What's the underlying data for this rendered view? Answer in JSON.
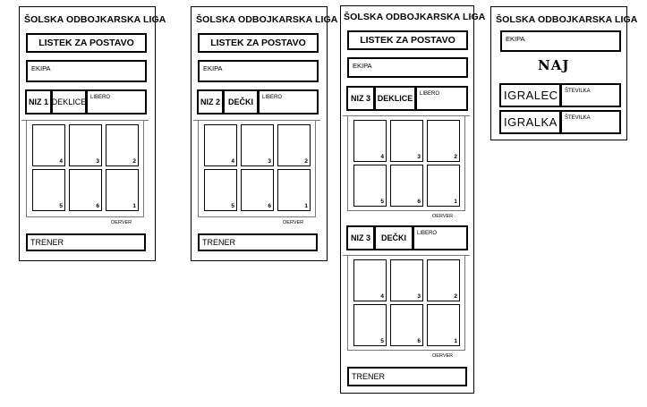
{
  "league_title": "ŠOLSKA ODBOJKARSKA LIGA",
  "lineup_label": "LISTEK ZA POSTAVO",
  "team_label": "EKIPA",
  "coach_label": "TRENER",
  "libero_label": "LIBERO",
  "server_label": "OERVER",
  "positions": [
    "4",
    "3",
    "2",
    "5",
    "6",
    "1"
  ],
  "cards": [
    {
      "set": "NIZ 1",
      "category": "DEKLICE"
    },
    {
      "set": "NIZ 2",
      "category": "DEČKI"
    },
    {
      "sets": [
        {
          "set": "NIZ 3",
          "category": "DEKLICE"
        },
        {
          "set": "NIZ 3",
          "category": "DEČKI"
        }
      ]
    }
  ],
  "best": {
    "heading": "NAJ",
    "player_male": "IGRALEC",
    "player_female": "IGRALKA",
    "number_label": "ŠTEVILKA"
  }
}
